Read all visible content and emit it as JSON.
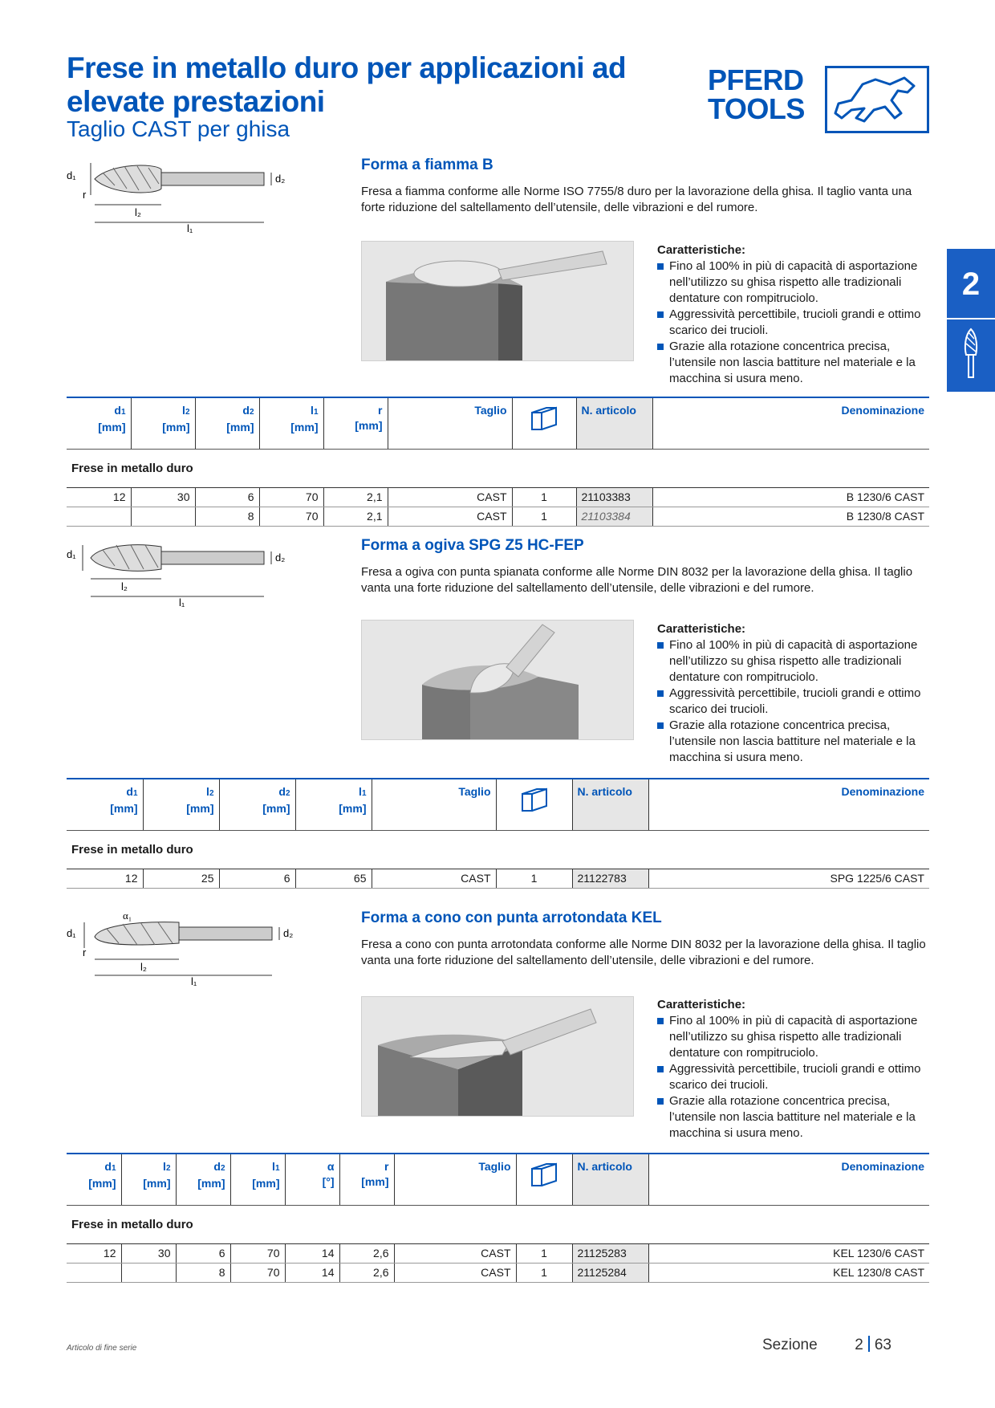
{
  "header": {
    "title": "Frese in metallo duro per applicazioni ad elevate prestazioni",
    "subtitle": "Taglio CAST per ghisa",
    "logo_line1": "PFERD",
    "logo_line2": "TOOLS"
  },
  "side_tab": {
    "number": "2"
  },
  "labels": {
    "features": "Caratteristiche:",
    "group": "Frese in metallo duro"
  },
  "features": [
    "Fino al 100% in più di capacità di asportazione nell’utilizzo su ghisa rispetto alle tradizionali dentature con rompitruciolo.",
    "Aggressività percettibile, trucioli grandi e ottimo scarico dei trucioli.",
    "Grazie alla rotazione concentrica precisa, l’utensile non lascia battiture nel materiale e la macchina si usura meno."
  ],
  "sections": [
    {
      "title": "Forma a fiamma B",
      "desc": "Fresa a fiamma conforme alle Norme ISO 7755/8 duro per la lavorazione della ghisa. Il taglio vanta una forte riduzione del saltellamento dell’utensile, delle vibrazioni e del rumore.",
      "headers": [
        "d1 [mm]",
        "l2 [mm]",
        "d2 [mm]",
        "l1 [mm]",
        "r [mm]",
        "Taglio",
        "",
        "N. articolo",
        "Denominazione"
      ],
      "rows": [
        [
          "12",
          "30",
          "6",
          "70",
          "2,1",
          "CAST",
          "1",
          "21103383",
          "B 1230/6 CAST"
        ],
        [
          "",
          "",
          "8",
          "70",
          "2,1",
          "CAST",
          "1",
          "21103384",
          "B 1230/8 CAST"
        ]
      ]
    },
    {
      "title": "Forma a ogiva SPG Z5 HC-FEP",
      "desc": "Fresa a ogiva con punta spianata conforme alle Norme DIN 8032 per la lavorazione della ghisa. Il taglio vanta una forte riduzione del saltellamento dell’utensile, delle vibrazioni e del rumore.",
      "headers": [
        "d1 [mm]",
        "l2 [mm]",
        "d2 [mm]",
        "l1 [mm]",
        "Taglio",
        "",
        "N. articolo",
        "Denominazione"
      ],
      "rows": [
        [
          "12",
          "25",
          "6",
          "65",
          "CAST",
          "1",
          "21122783",
          "SPG 1225/6 CAST"
        ]
      ]
    },
    {
      "title": "Forma a cono con punta arrotondata KEL",
      "desc": "Fresa a cono con punta arrotondata conforme alle Norme DIN 8032 per la lavorazione della ghisa. Il taglio vanta una forte riduzione del saltellamento dell’utensile, delle vibrazioni e del rumore.",
      "headers": [
        "d1 [mm]",
        "l2 [mm]",
        "d2 [mm]",
        "l1 [mm]",
        "α [°]",
        "r [mm]",
        "Taglio",
        "",
        "N. articolo",
        "Denominazione"
      ],
      "rows": [
        [
          "12",
          "30",
          "6",
          "70",
          "14",
          "2,6",
          "CAST",
          "1",
          "21125283",
          "KEL 1230/6 CAST"
        ],
        [
          "",
          "",
          "8",
          "70",
          "14",
          "2,6",
          "CAST",
          "1",
          "21125284",
          "KEL 1230/8 CAST"
        ]
      ]
    }
  ],
  "footer": {
    "note": "Articolo di fine serie",
    "section_label": "Sezione",
    "section_num": "2",
    "page": "63"
  }
}
